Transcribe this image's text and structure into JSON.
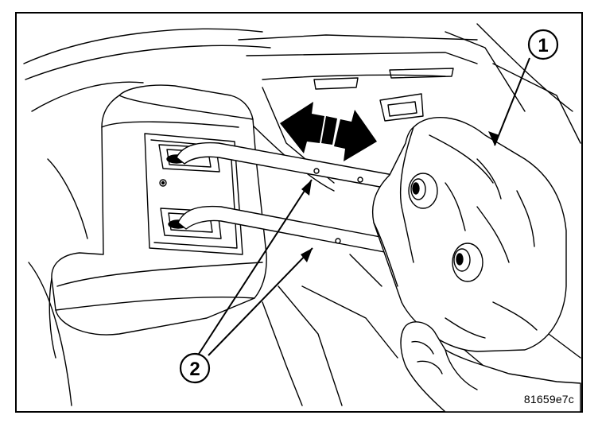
{
  "callouts": [
    {
      "id": "1",
      "label": "1",
      "part": "headrest"
    },
    {
      "id": "2",
      "label": "2",
      "part": "headrest-posts-release-notches"
    }
  ],
  "figure_code": "81659e7c",
  "colors": {
    "line": "#000000",
    "background": "#ffffff"
  }
}
